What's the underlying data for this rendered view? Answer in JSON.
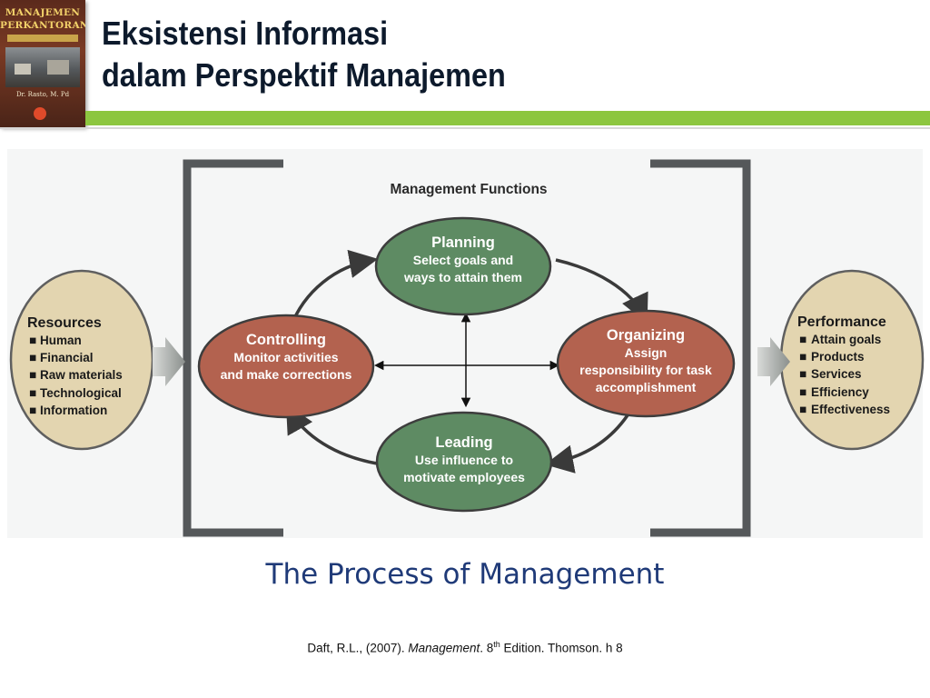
{
  "header": {
    "title_line1": "Eksistensi Informasi",
    "title_line2": "dalam Perspektif Manajemen",
    "book": {
      "title_line1": "MANAJEMEN",
      "title_line2": "PERKANTORAN",
      "author": "Dr. Rasto, M. Pd"
    },
    "accent_color": "#8cc63f"
  },
  "diagram": {
    "heading": "Management Functions",
    "resources": {
      "title": "Resources",
      "items": [
        "Human",
        "Financial",
        "Raw materials",
        "Technological",
        "Information"
      ]
    },
    "performance": {
      "title": "Performance",
      "items": [
        "Attain goals",
        "Products",
        "Services",
        "Efficiency",
        "Effectiveness"
      ]
    },
    "functions": {
      "planning": {
        "title": "Planning",
        "lines": [
          "Select goals and",
          "ways to attain them"
        ],
        "color": "#5e8b63"
      },
      "organizing": {
        "title": "Organizing",
        "lines": [
          "Assign",
          "responsibility for task",
          "accomplishment"
        ],
        "color": "#b3624f"
      },
      "leading": {
        "title": "Leading",
        "lines": [
          "Use influence to",
          "motivate employees"
        ],
        "color": "#5e8b63"
      },
      "controlling": {
        "title": "Controlling",
        "lines": [
          "Monitor activities",
          "and make corrections"
        ],
        "color": "#b3624f"
      }
    },
    "side_ellipse_color": "#e3d5b0"
  },
  "caption": "The Process of Management",
  "citation": {
    "prefix": "Daft, R.L., (2007). ",
    "work": "Management",
    "mid": ". 8",
    "sup": "th",
    "suffix": " Edition. Thomson. h 8"
  }
}
